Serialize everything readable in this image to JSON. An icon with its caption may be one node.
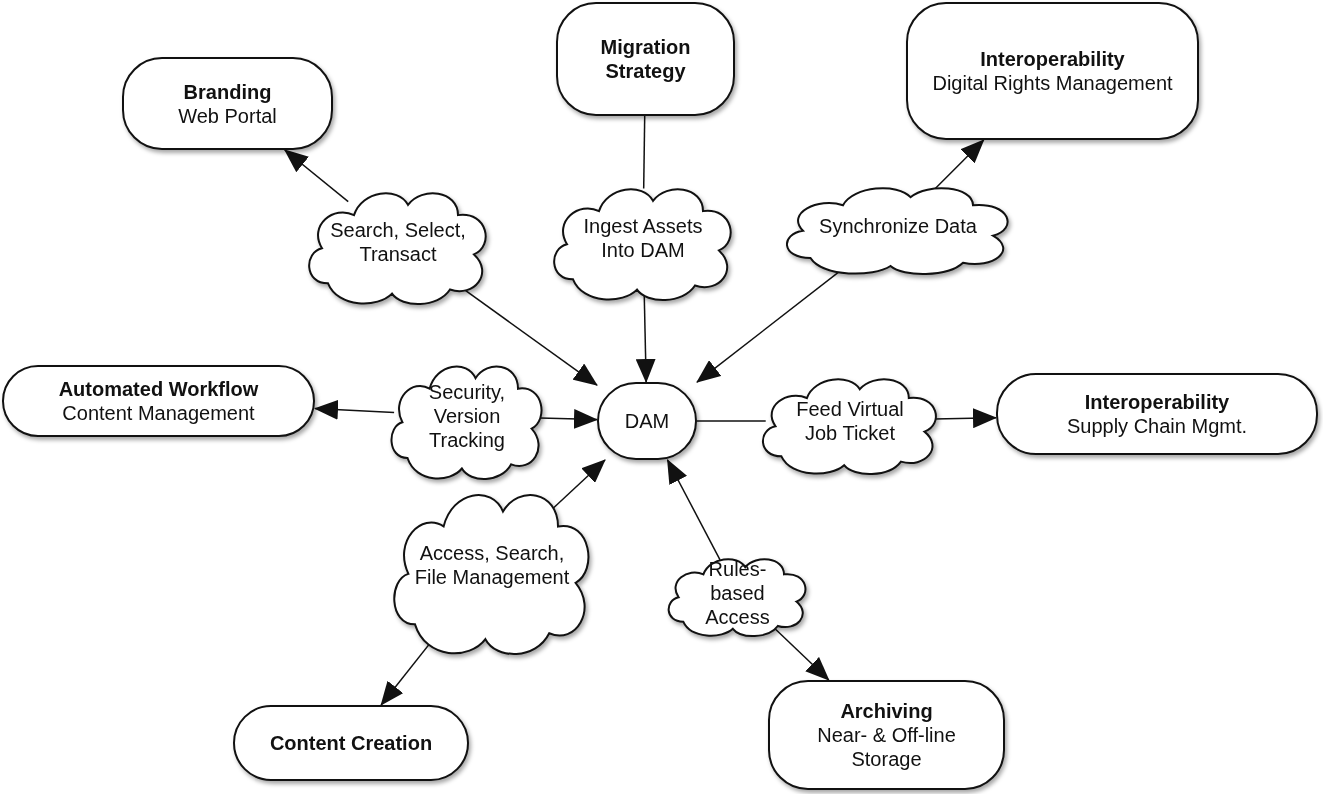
{
  "diagram": {
    "nodes": [
      {
        "text": [
          "Branding",
          "Web Portal"
        ]
      },
      {
        "text": [
          "Migration Strategy"
        ]
      },
      {
        "text": [
          "Interoperability",
          "Digital Rights Management"
        ]
      },
      {
        "text": [
          "Search, Select, Transact"
        ]
      },
      {
        "text": [
          "Ingest Assets Into DAM"
        ]
      },
      {
        "text": [
          "Synchronize Data"
        ]
      },
      {
        "text": [
          "Automated Workflow",
          "Content Management"
        ]
      },
      {
        "text": [
          "Security, Version Tracking"
        ]
      },
      {
        "text": [
          "DAM"
        ]
      },
      {
        "text": [
          "Feed Virtual Job Ticket"
        ]
      },
      {
        "text": [
          "Interoperability",
          "Supply Chain Mgmt."
        ]
      },
      {
        "text": [
          "Access, Search, File Management"
        ]
      },
      {
        "text": [
          "Rules-based Access"
        ]
      },
      {
        "text": [
          "Content Creation"
        ]
      },
      {
        "text": [
          "Archiving",
          "Near- & Off-line Storage"
        ]
      }
    ],
    "edges": [
      {
        "from": 3,
        "to": 0,
        "arrow": "to"
      },
      {
        "from": 3,
        "to": 8,
        "arrow": "to"
      },
      {
        "from": 1,
        "to": 4,
        "arrow": "none"
      },
      {
        "from": 4,
        "to": 8,
        "arrow": "to"
      },
      {
        "from": 5,
        "to": 2,
        "arrow": "to"
      },
      {
        "from": 5,
        "to": 8,
        "arrow": "to"
      },
      {
        "from": 7,
        "to": 6,
        "arrow": "to"
      },
      {
        "from": 7,
        "to": 8,
        "arrow": "to"
      },
      {
        "from": 8,
        "to": 9,
        "arrow": "none"
      },
      {
        "from": 9,
        "to": 10,
        "arrow": "to"
      },
      {
        "from": 11,
        "to": 8,
        "arrow": "to"
      },
      {
        "from": 11,
        "to": 13,
        "arrow": "to"
      },
      {
        "from": 12,
        "to": 8,
        "arrow": "to"
      },
      {
        "from": 12,
        "to": 14,
        "arrow": "to"
      }
    ]
  }
}
